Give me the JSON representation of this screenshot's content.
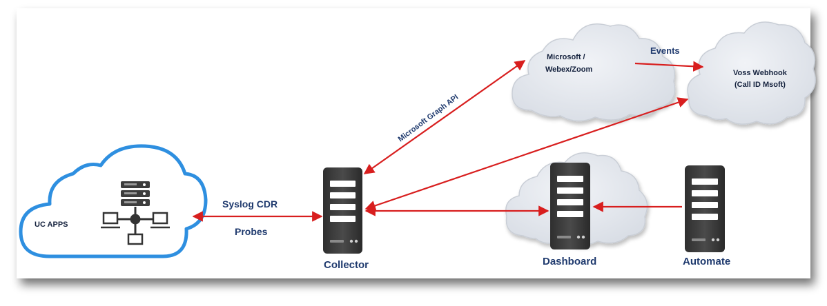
{
  "diagram": {
    "nodes": {
      "uc_apps": "UC APPS",
      "microsoft_line1": "Microsoft /",
      "microsoft_line2": "Webex/Zoom",
      "voss_line1": "Voss Webhook",
      "voss_line2": "(Call ID Msoft)",
      "collector": "Collector",
      "dashboard": "Dashboard",
      "automate": "Automate"
    },
    "edges": {
      "events": "Events",
      "graph_api": "Microsoft Graph API",
      "syslog_cdr": "Syslog CDR",
      "probes": "Probes"
    },
    "colors": {
      "arrow": "#d81e1e",
      "label": "#1f3a6e",
      "server_body": "#3b3b3b",
      "cloud_fill": "#e4e8ee",
      "uc_cloud_stroke": "#2e8fe0"
    },
    "icons": [
      "server-icon",
      "cloud-icon",
      "network-icon"
    ]
  }
}
